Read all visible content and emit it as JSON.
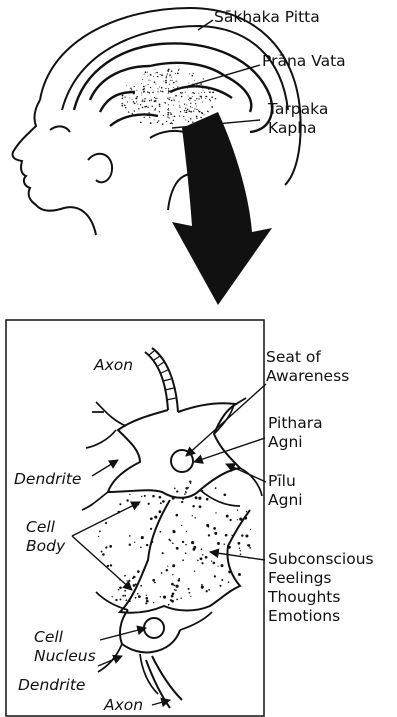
{
  "head_diagram": {
    "labels": {
      "sakhaka": "Sākhaka Pitta",
      "prana": "Prāna Vata",
      "tarpaka_1": "Tarpaka",
      "tarpaka_2": "Kapha"
    }
  },
  "neuron_diagram": {
    "labels": {
      "axon_top": "Axon",
      "seat_1": "Seat of",
      "seat_2": "Awareness",
      "pithara_1": "Pithara",
      "pithara_2": "Agni",
      "dendrite_left": "Dendrite",
      "pilu_1": "Pīlu",
      "pilu_2": "Agni",
      "cell_body_1": "Cell",
      "cell_body_2": "Body",
      "sub_1": "Subconscious",
      "sub_2": "Feelings",
      "sub_3": "Thoughts",
      "sub_4": "Emotions",
      "cell_nucleus_1": "Cell",
      "cell_nucleus_2": "Nucleus",
      "dendrite_bottom": "Dendrite",
      "axon_bottom": "Axon"
    }
  }
}
